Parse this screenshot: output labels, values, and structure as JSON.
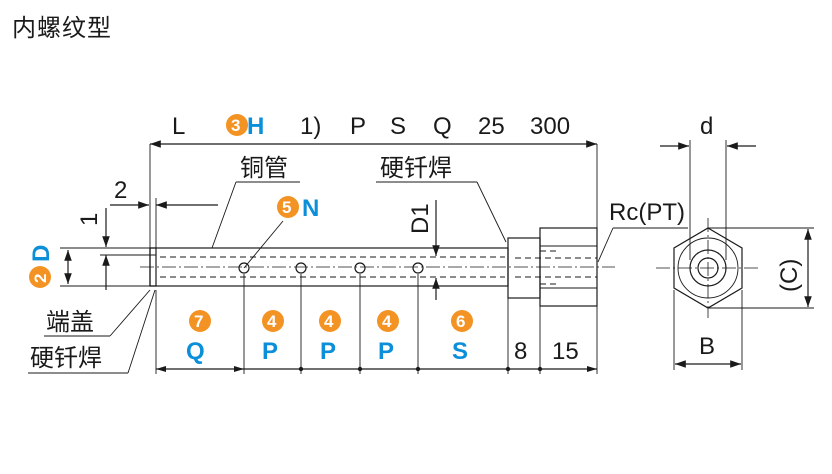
{
  "title": "内螺纹型",
  "top_dims": {
    "L": "L",
    "H_num": "3",
    "H": "H",
    "one": "1)",
    "P": "P",
    "S": "S",
    "Q": "Q",
    "v25": "25",
    "v300": "300"
  },
  "labels": {
    "copper_tube": "铜管",
    "brazing_right": "硬钎焊",
    "rc_pt": "Rc(PT)",
    "end_cap": "端盖",
    "brazing_left": "硬钎焊",
    "d": "d",
    "c": "(C)",
    "b": "B",
    "two": "2",
    "one": "1",
    "d1": "D1"
  },
  "badges": {
    "n_num": "5",
    "n_letter": "N",
    "d_num": "2",
    "d_letter": "D",
    "q_num": "7",
    "q_letter": "Q",
    "p1_num": "4",
    "p1_letter": "P",
    "p2_num": "4",
    "p2_letter": "P",
    "p3_num": "4",
    "p3_letter": "P",
    "s_num": "6",
    "s_letter": "S"
  },
  "bottom_dims": {
    "v8": "8",
    "v15": "15"
  },
  "colors": {
    "badge": "#f39323",
    "blue": "#0b8fd8",
    "line": "#1a1a1a"
  }
}
